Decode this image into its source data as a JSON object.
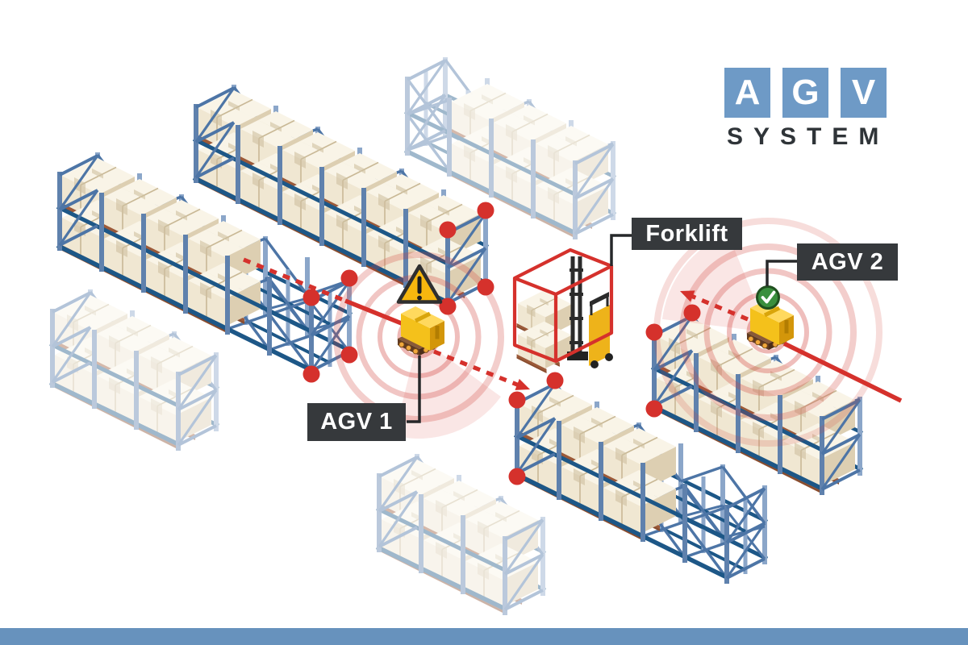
{
  "logo": {
    "letters": [
      "A",
      "G",
      "V"
    ],
    "word": "SYSTEM",
    "square_color": "#6e9ac6",
    "letter_color": "#ffffff",
    "word_color": "#2f3438"
  },
  "labels": {
    "forklift": "Forklift",
    "agv1": "AGV 1",
    "agv2": "AGV 2"
  },
  "callout_style": {
    "background": "#36393c",
    "text_color": "#ffffff",
    "connector_color": "#26282a"
  },
  "icons": {
    "agv1_status": "warning-icon",
    "agv2_status": "check-icon"
  },
  "colors": {
    "route_red": "#d5312c",
    "signal_ring": "#d0413a",
    "signal_wedge": "#dd564e",
    "marker_dot": "#d5312c",
    "restricted_zone_outline": "#d5312c",
    "footer_bar": "#6792bd",
    "warning_yellow": "#f7b70e",
    "warning_border": "#2f2f2f",
    "ok_green": "#3a8f3e",
    "ok_border": "#20501f",
    "agv_body_yellow": "#f4c11b",
    "rack_beam": "#1d5787",
    "rack_post_front": "#5f81ad",
    "rack_post_back": "#8ba6c9",
    "rack_brace": "#4d75a6",
    "box_front": "#f0e7d2",
    "box_side": "#ddcfb2",
    "box_top": "#f9f4e7",
    "pallet": "#9c5a39"
  }
}
